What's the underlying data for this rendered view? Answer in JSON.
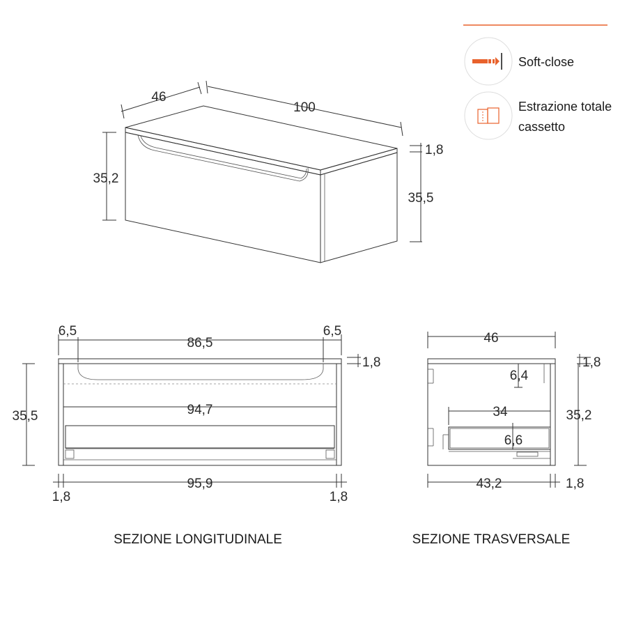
{
  "features": [
    {
      "icon": "soft-close-icon",
      "label": "Soft-close"
    },
    {
      "icon": "drawer-extraction-icon",
      "label_line1": "Estrazione totale",
      "label_line2": "cassetto"
    }
  ],
  "accent_color": "#e8622c",
  "iso": {
    "depth": "46",
    "width": "100",
    "top": "1,8",
    "front_height": "35,2",
    "side_height": "35,5"
  },
  "longitudinal": {
    "caption": "SEZIONE LONGITUDINALE",
    "left_offset": "6,5",
    "handle": "86,5",
    "right_offset": "6,5",
    "top": "1,8",
    "height": "35,5",
    "drawer": "94,7",
    "inner": "95,9",
    "left_side": "1,8",
    "right_side": "1,8"
  },
  "transversal": {
    "caption": "SEZIONE TRASVERSALE",
    "depth": "46",
    "top": "1,8",
    "gap": "6,4",
    "height": "35,2",
    "drawer": "34",
    "drawer_height": "6,6",
    "inner": "43,2",
    "back": "1,8"
  }
}
